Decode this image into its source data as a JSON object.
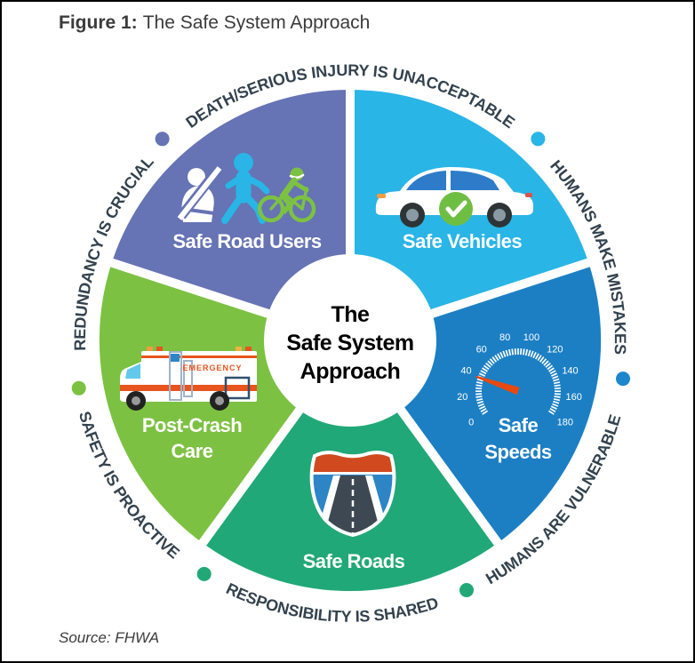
{
  "figure": {
    "title_prefix": "Figure 1:",
    "title_text": "The Safe System Approach",
    "source": "Source: FHWA"
  },
  "center": {
    "lines": [
      "The",
      "Safe System",
      "Approach"
    ]
  },
  "wedges": [
    {
      "id": "safe-road-users",
      "label_lines": [
        "Safe Road Users"
      ],
      "color": "#6673b4"
    },
    {
      "id": "safe-vehicles",
      "label_lines": [
        "Safe Vehicles"
      ],
      "color": "#29b5e6"
    },
    {
      "id": "safe-speeds",
      "label_lines": [
        "Safe",
        "Speeds"
      ],
      "color": "#1c7fc4"
    },
    {
      "id": "safe-roads",
      "label_lines": [
        "Safe Roads"
      ],
      "color": "#21a878"
    },
    {
      "id": "post-crash-care",
      "label_lines": [
        "Post-Crash",
        "Care"
      ],
      "color": "#7dc142"
    }
  ],
  "outer_ring": {
    "text_color": "#33424e",
    "phrases": [
      {
        "id": "redundancy",
        "text": "REDUNDANCY IS CRUCIAL"
      },
      {
        "id": "death",
        "text": "DEATH/SERIOUS INJURY IS UNACCEPTABLE"
      },
      {
        "id": "mistakes",
        "text": "HUMANS MAKE MISTAKES"
      },
      {
        "id": "vulnerable",
        "text": "HUMANS ARE VULNERABLE"
      },
      {
        "id": "shared",
        "text": "RESPONSIBILITY IS SHARED"
      },
      {
        "id": "proactive",
        "text": "SAFETY IS PROACTIVE"
      }
    ],
    "dots": [
      {
        "between": "proactive-redundancy",
        "angle": -100,
        "color": "#7dc142"
      },
      {
        "between": "redundancy-death",
        "angle": -43,
        "color": "#6673b4"
      },
      {
        "between": "death-mistakes",
        "angle": 43,
        "color": "#29b5e6"
      },
      {
        "between": "mistakes-vulnerable",
        "angle": 98,
        "color": "#1b86cc"
      },
      {
        "between": "vulnerable-shared",
        "angle": 155,
        "color": "#22a878"
      },
      {
        "between": "shared-proactive",
        "angle": 212,
        "color": "#22a878"
      }
    ]
  },
  "gauge": {
    "labels": [
      "0",
      "20",
      "40",
      "60",
      "80",
      "100",
      "120",
      "140",
      "160",
      "180"
    ],
    "min": 0,
    "max": 180,
    "needle_value": 38,
    "needle_color": "#e8490f",
    "tick_color": "#ffffff"
  },
  "ambulance": {
    "text": "EMERGENCY"
  }
}
